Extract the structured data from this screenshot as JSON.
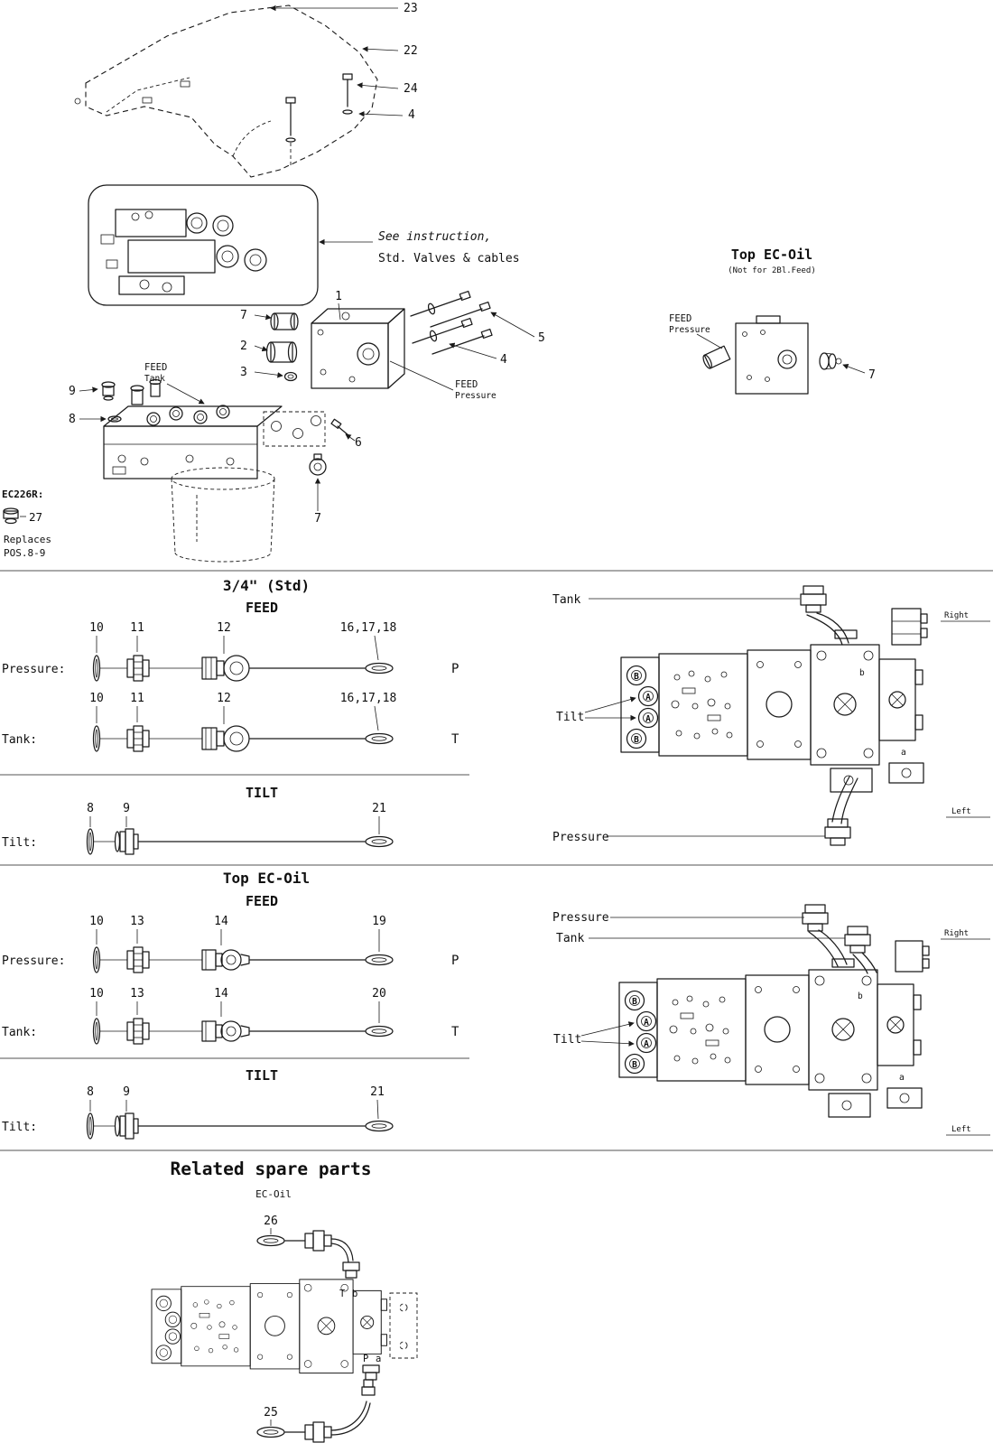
{
  "top": {
    "callouts": {
      "c23": "23",
      "c22": "22",
      "c24": "24",
      "c4_cover": "4",
      "c1": "1",
      "c2": "2",
      "c3": "3",
      "c4": "4",
      "c5": "5",
      "c6": "6",
      "c7_left": "7",
      "c7_bottom": "7",
      "c7_right": "7",
      "c8": "8",
      "c9": "9",
      "c27": "27"
    },
    "note": {
      "line1": "See instruction,",
      "line2": "Std. Valves & cables"
    },
    "top_ecoil": {
      "title": "Top EC-Oil",
      "subtitle": "(Not for 2Bl.Feed)",
      "feed": "FEED",
      "pressure": "Pressure"
    },
    "feed_tank": {
      "feed": "FEED",
      "sub": "Tank"
    },
    "feed_pressure": {
      "feed": "FEED",
      "sub": "Pressure"
    },
    "ec226r": {
      "label": "EC226R:",
      "replaces1": "Replaces",
      "replaces2": "POS.8-9"
    }
  },
  "std": {
    "title": "3/4\" (Std)",
    "feed": "FEED",
    "tilt_heading": "TILT",
    "rows": [
      {
        "label": "Pressure:",
        "c1": "10",
        "c2": "11",
        "c3": "12",
        "c4": "16,17,18",
        "port": "P"
      },
      {
        "label": "Tank:",
        "c1": "10",
        "c2": "11",
        "c3": "12",
        "c4": "16,17,18",
        "port": "T"
      }
    ],
    "tilt": {
      "label": "Tilt:",
      "c1": "8",
      "c2": "9",
      "c3": "21"
    },
    "diag": {
      "tank": "Tank",
      "tilt": "Tilt",
      "pressure": "Pressure",
      "right": "Right",
      "left": "Left",
      "pb1": "B",
      "pa1": "A",
      "pa2": "A",
      "pb2": "B",
      "b": "b",
      "a": "a"
    }
  },
  "ecoil": {
    "title": "Top EC-Oil",
    "feed": "FEED",
    "tilt_heading": "TILT",
    "rows": [
      {
        "label": "Pressure:",
        "c1": "10",
        "c2": "13",
        "c3": "14",
        "c4": "19",
        "port": "P"
      },
      {
        "label": "Tank:",
        "c1": "10",
        "c2": "13",
        "c3": "14",
        "c4": "20",
        "port": "T"
      }
    ],
    "tilt": {
      "label": "Tilt:",
      "c1": "8",
      "c2": "9",
      "c3": "21"
    },
    "diag": {
      "pressure": "Pressure",
      "tank": "Tank",
      "tilt": "Tilt",
      "right": "Right",
      "left": "Left",
      "pb1": "B",
      "pa1": "A",
      "pa2": "A",
      "pb2": "B",
      "b": "b",
      "a": "a"
    }
  },
  "related": {
    "title": "Related spare parts",
    "subtitle": "EC-Oil",
    "c26": "26",
    "c25": "25",
    "t": "T",
    "b": "b",
    "p": "P",
    "a": "a"
  }
}
